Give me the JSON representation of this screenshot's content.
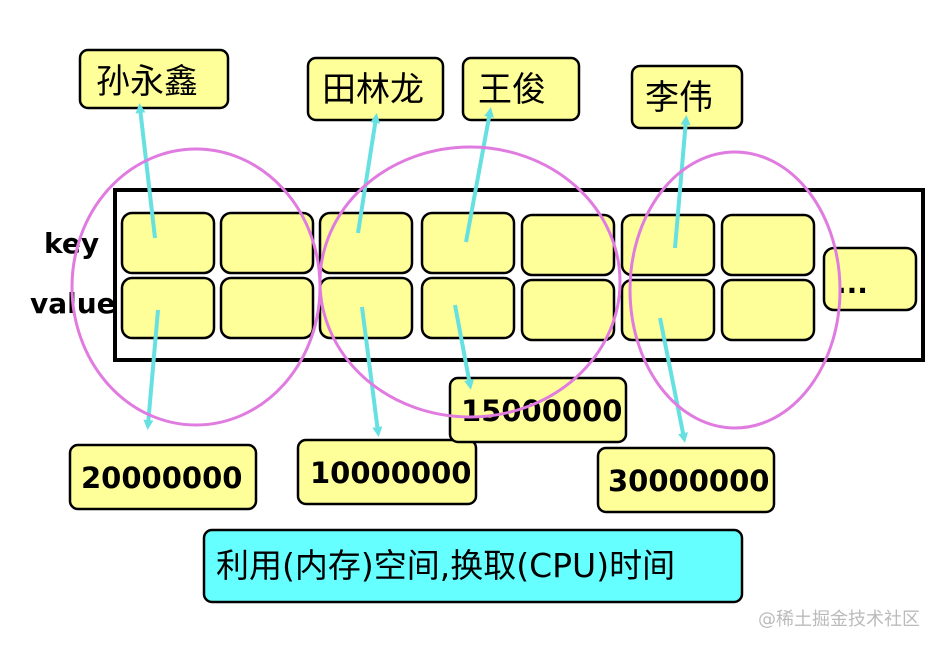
{
  "row_labels": {
    "key": "key",
    "value": "value"
  },
  "names": [
    "孙永鑫",
    "田林龙",
    "王俊",
    "李伟"
  ],
  "amounts": [
    "20000000",
    "10000000",
    "15000000",
    "30000000"
  ],
  "ellipsis": "...",
  "caption": "利用(内存)空间,换取(CPU)时间",
  "watermark": "@稀土掘金技术社区",
  "colors": {
    "cell_fill": "#ffff99",
    "arrow": "#66e0e0",
    "ellipse": "#e07be0",
    "caption_fill": "#66ffff"
  }
}
